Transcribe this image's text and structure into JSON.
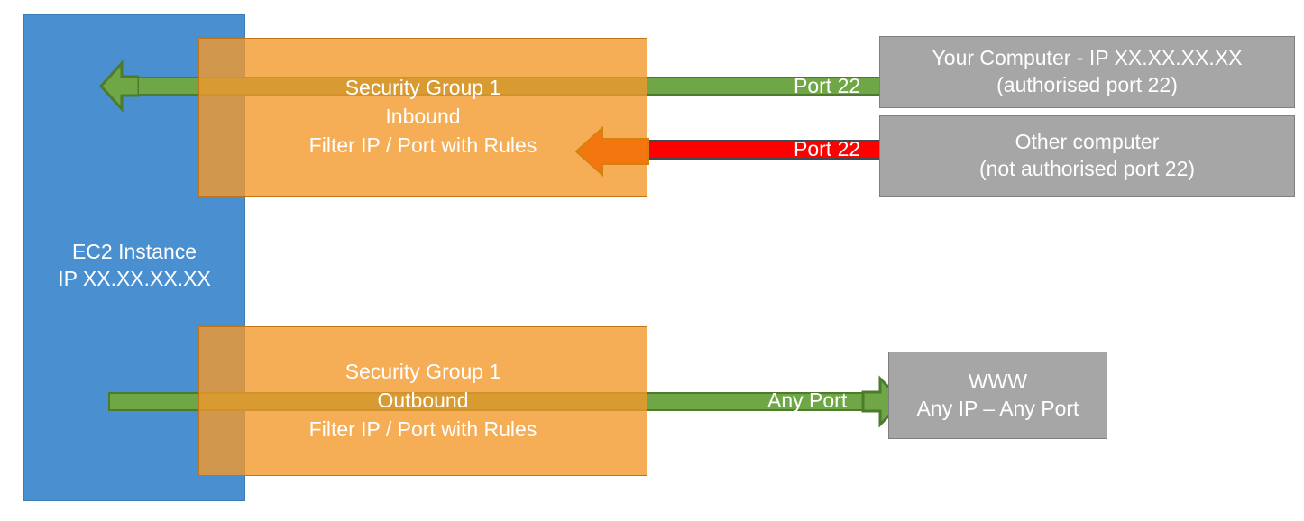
{
  "diagram": {
    "title": "AWS EC2 Security Group inbound and outbound traffic filtering",
    "colors": {
      "ec2_blue": "#4A90D1",
      "security_group_orange": "#F2992C",
      "allowed_green": "#6FA746",
      "blocked_red": "#FF0000",
      "blocked_arrow_orange": "#F4760E",
      "endpoint_grey": "#A6A6A6",
      "text_white": "#FFFFFF"
    },
    "ec2": {
      "line1": "EC2 Instance",
      "line2": "IP XX.XX.XX.XX"
    },
    "security_groups": [
      {
        "id": "inbound",
        "line1": "Security Group 1",
        "line2": "Inbound",
        "line3": "Filter IP / Port with Rules"
      },
      {
        "id": "outbound",
        "line1": "Security Group 1",
        "line2": "Outbound",
        "line3": "Filter IP / Port with Rules"
      }
    ],
    "endpoints": [
      {
        "id": "your-computer",
        "line1": "Your Computer - IP XX.XX.XX.XX",
        "line2": "(authorised port 22)"
      },
      {
        "id": "other-computer",
        "line1": "Other computer",
        "line2": "(not authorised port 22)"
      },
      {
        "id": "www",
        "line1": "WWW",
        "line2": "Any IP – Any Port"
      }
    ],
    "connections": [
      {
        "id": "inbound-allowed",
        "label": "Port 22",
        "status": "allowed",
        "direction": "left",
        "color": "#6FA746"
      },
      {
        "id": "inbound-blocked",
        "label": "Port 22",
        "status": "blocked",
        "direction": "left",
        "color": "#FF0000"
      },
      {
        "id": "outbound-allowed",
        "label": "Any Port",
        "status": "allowed",
        "direction": "right",
        "color": "#6FA746"
      }
    ]
  }
}
